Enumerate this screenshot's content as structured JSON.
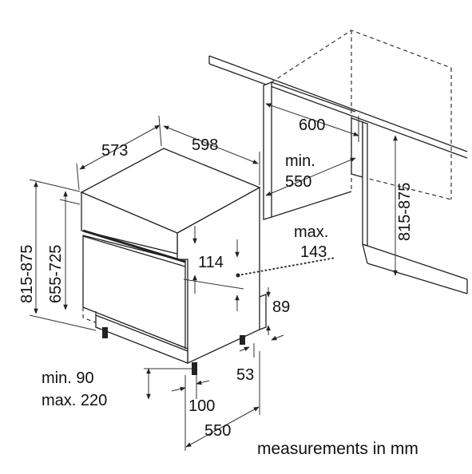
{
  "diagram": {
    "caption": "measurements in mm",
    "dimensions": {
      "cabinet_width": "600",
      "cabinet_min_depth_line1": "min.",
      "cabinet_min_depth_line2": "550",
      "cabinet_height": "815-875",
      "appliance_depth": "573",
      "appliance_width": "598",
      "appliance_height_outer": "815-875",
      "appliance_height_inner": "655-725",
      "door_height": "114",
      "max_line1": "max.",
      "max_line2": "143",
      "plinth_height": "89",
      "plinth_offset": "53",
      "plinth_min": "min. 90",
      "plinth_max": "max. 220",
      "plinth_depth": "100",
      "base_depth": "550"
    }
  }
}
